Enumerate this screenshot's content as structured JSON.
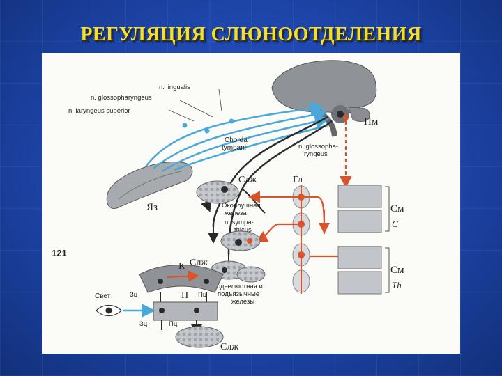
{
  "slide": {
    "title": "РЕГУЛЯЦИЯ СЛЮНООТДЕЛЕНИЯ"
  },
  "figure": {
    "number": "121",
    "nerves": {
      "lingualis": "n. lingualis",
      "glossopharyngeus": "n. glossopharyngeus",
      "laryngeus": "n. laryngeus superior",
      "chorda": "Chorda",
      "tympani": "tympani",
      "glosso2_line1": "n. glossopha-",
      "glosso2_line2": "ryngeus"
    },
    "labels": {
      "pm": "Пм",
      "yaz": "Яз",
      "slzh_top": "Слж",
      "gl": "Гл",
      "okol_line1": "Околоушная",
      "okol_line2": "железа",
      "symp_line1": "n. sympa-",
      "symp_line2": "thicus",
      "slzh_mid": "Слж",
      "k": "К",
      "p": "П",
      "zts_left": "Зц",
      "pts_right": "Пц",
      "zts_bottom": "Зц",
      "pts_bottom": "Пц",
      "svet": "Свет",
      "podch_line1": "Подчелюстная и",
      "podch_line2": "подъязычные",
      "podch_line3": "железы",
      "slzh_bottom": "Слж",
      "sm_top": "См",
      "c": "С",
      "sm_bottom": "См",
      "th": "Th"
    },
    "colors": {
      "afferent": "#4aa8d8",
      "efferent": "#2a2a2a",
      "sympathetic": "#d9532b",
      "gland": "#b9bcc0"
    }
  }
}
